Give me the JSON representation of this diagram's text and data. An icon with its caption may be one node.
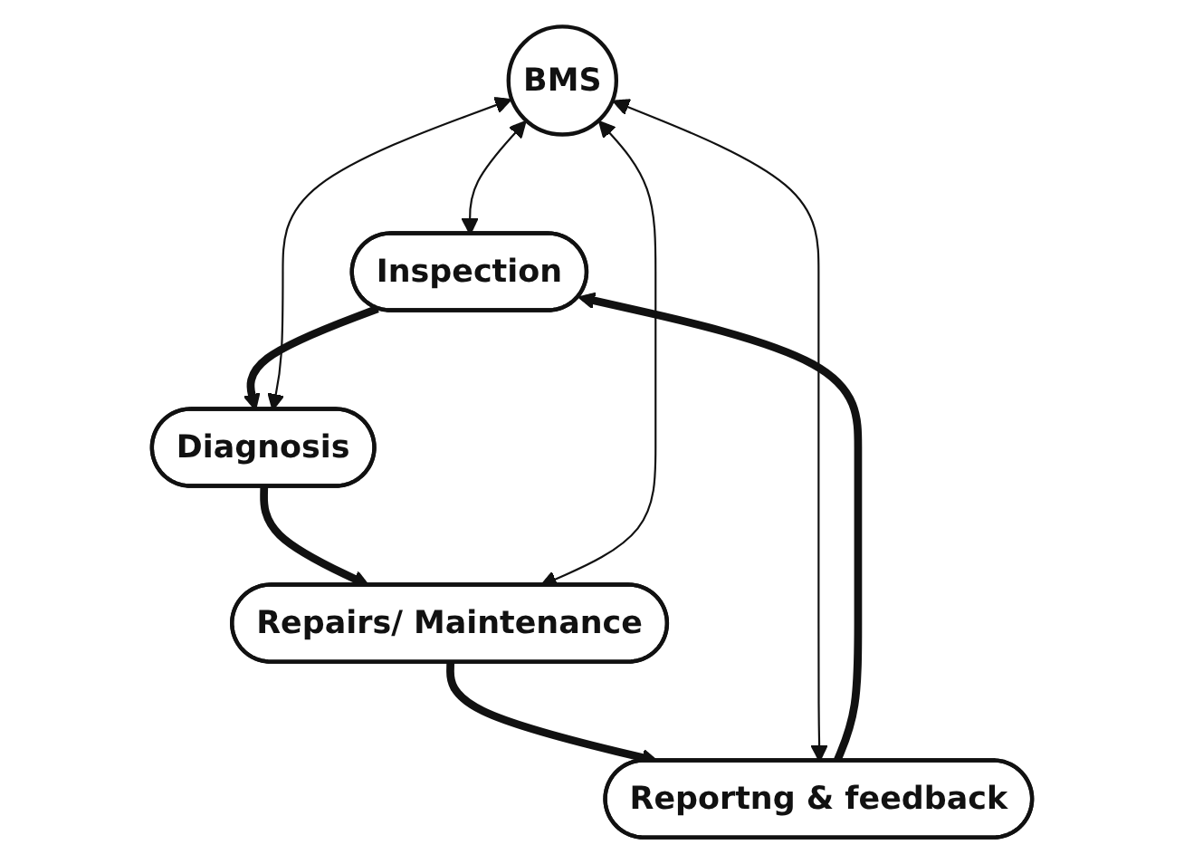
{
  "diagram": {
    "nodes": [
      {
        "text": [
          "Inspection"
        ]
      },
      {
        "text": [
          "Reportng & feedback"
        ]
      },
      {
        "text": [
          "BMS"
        ]
      },
      {
        "text": [
          "Diagnosis"
        ]
      },
      {
        "text": [
          "Repairs/ Maintenance"
        ]
      }
    ],
    "edges": [
      {
        "from": 0,
        "to": 3,
        "arrow": "to",
        "style": "thick"
      },
      {
        "from": 3,
        "to": 4,
        "arrow": "to",
        "style": "thick"
      },
      {
        "from": 4,
        "to": 1,
        "arrow": "to",
        "style": "thick"
      },
      {
        "from": 1,
        "to": 0,
        "arrow": "to",
        "style": "thick"
      },
      {
        "from": 2,
        "to": 0,
        "arrow": "both"
      },
      {
        "from": 2,
        "to": 1,
        "arrow": "both"
      },
      {
        "from": 2,
        "to": 3,
        "arrow": "both"
      },
      {
        "from": 2,
        "to": 4,
        "arrow": "both"
      }
    ]
  }
}
